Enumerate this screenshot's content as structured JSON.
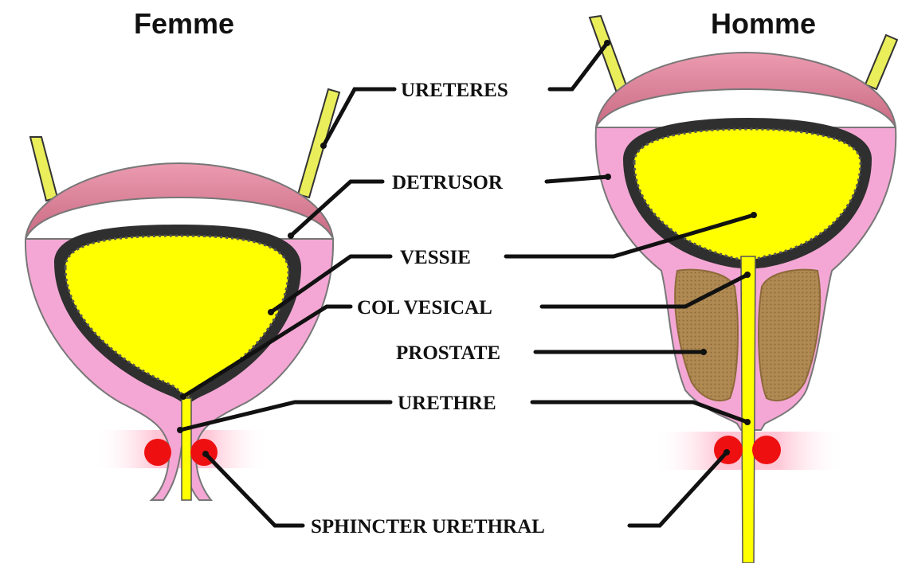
{
  "titles": {
    "female": "Femme",
    "male": "Homme"
  },
  "labels": {
    "ureteres": "URETERES",
    "detrusor": "DETRUSOR",
    "vessie": "VESSIE",
    "col_vesical": "COL VESICAL",
    "prostate": "PROSTATE",
    "urethre": "URETHRE",
    "sphincter": "SPHINCTER URETHRAL"
  },
  "colors": {
    "bladder_wall": "#f4a7d4",
    "bladder_rim": "#e8889c",
    "urine": "#ffff00",
    "mucosa": "#2f2f2f",
    "ureter": "#e9ee5a",
    "prostate": "#b08a52",
    "sphincter": "#ee1010",
    "sphincter_glow": "#ffc6d6",
    "leader_line": "#111111"
  }
}
